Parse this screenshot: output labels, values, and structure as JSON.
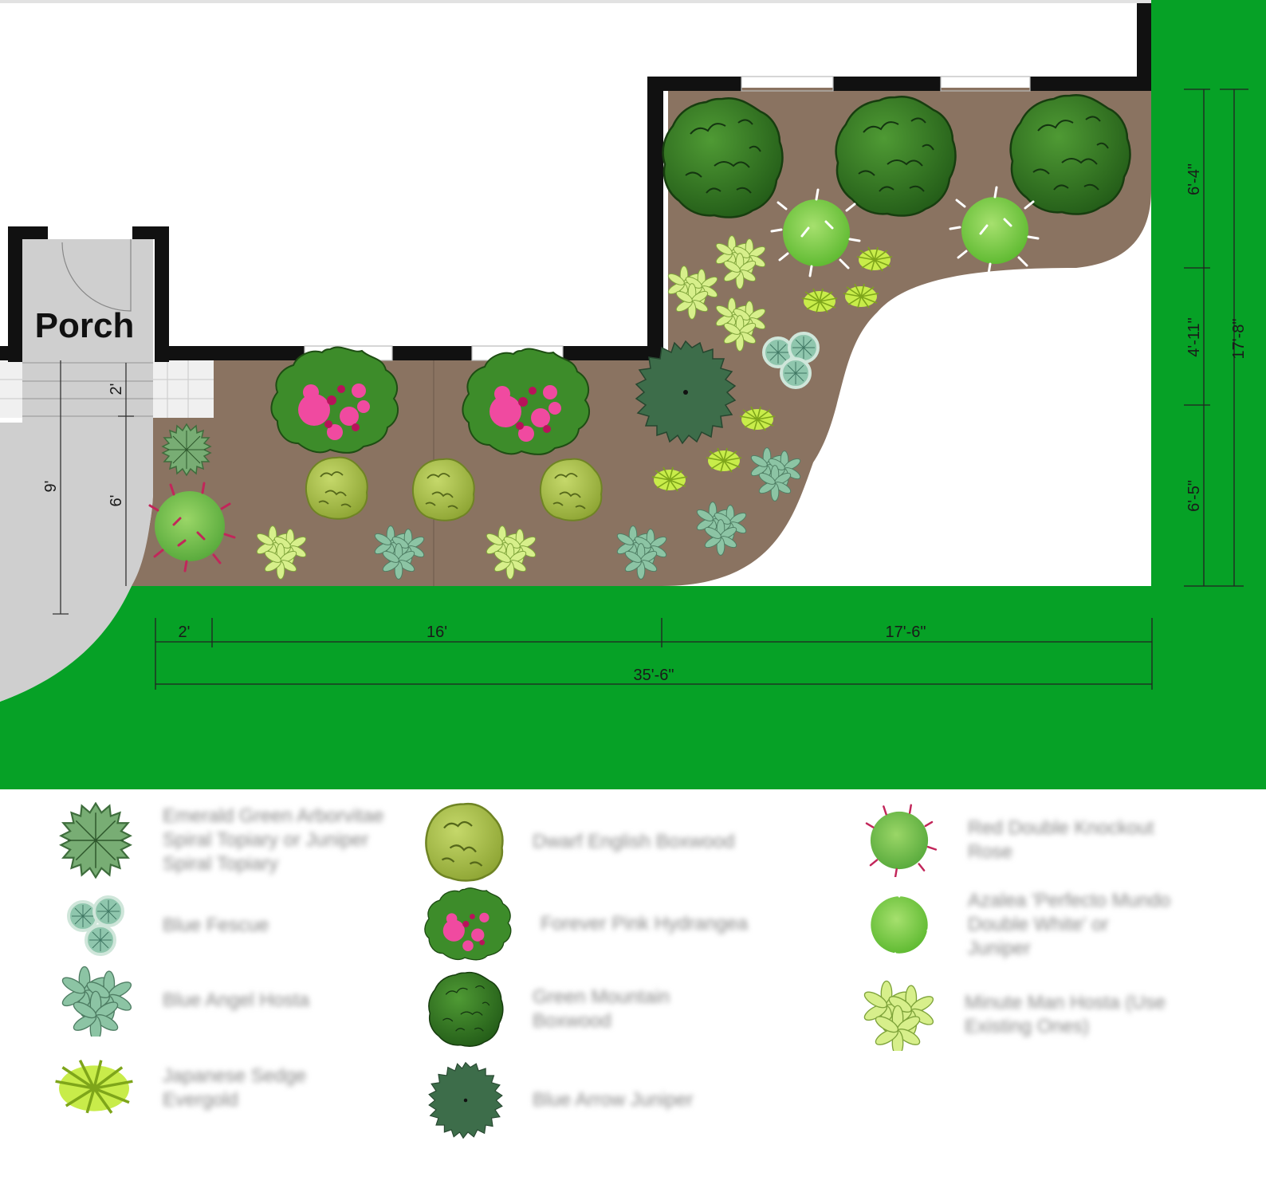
{
  "plan": {
    "porch_label": "Porch",
    "dimensions": {
      "porch_step": "2'",
      "walk_9": "9'",
      "walk_6": "6'",
      "seg_2": "2'",
      "seg_16": "16'",
      "seg_17_6": "17'-6\"",
      "total_width": "35'-6\"",
      "right_6_4": "6'-4\"",
      "right_4_11": "4'-11\"",
      "right_6_5": "6'-5\"",
      "total_depth": "17'-8\""
    }
  },
  "legend": {
    "items": [
      {
        "icon": "emerald-green-arborvitae-icon",
        "label": "Emerald Green Arborvitae Spiral Topiary or Juniper Spiral Topiary"
      },
      {
        "icon": "blue-fescue-icon",
        "label": "Blue Fescue"
      },
      {
        "icon": "blue-angel-hosta-icon",
        "label": "Blue Angel Hosta"
      },
      {
        "icon": "japanese-sedge-icon",
        "label": "Japanese Sedge Evergold"
      },
      {
        "icon": "dwarf-english-boxwood-icon",
        "label": "Dwarf English Boxwood"
      },
      {
        "icon": "forever-pink-hydrangea-icon",
        "label": "Forever Pink Hydrangea"
      },
      {
        "icon": "green-mountain-boxwood-icon",
        "label": "Green Mountain Boxwood"
      },
      {
        "icon": "blue-arrow-juniper-icon",
        "label": "Blue Arrow Juniper"
      },
      {
        "icon": "red-knockout-rose-icon",
        "label": "Red Double Knockout Rose"
      },
      {
        "icon": "azalea-icon",
        "label": "Azalea 'Perfecto Mundo Double White' or Juniper"
      },
      {
        "icon": "minuteman-hosta-icon",
        "label": "Minute Man Hosta (Use Existing Ones)"
      }
    ]
  }
}
